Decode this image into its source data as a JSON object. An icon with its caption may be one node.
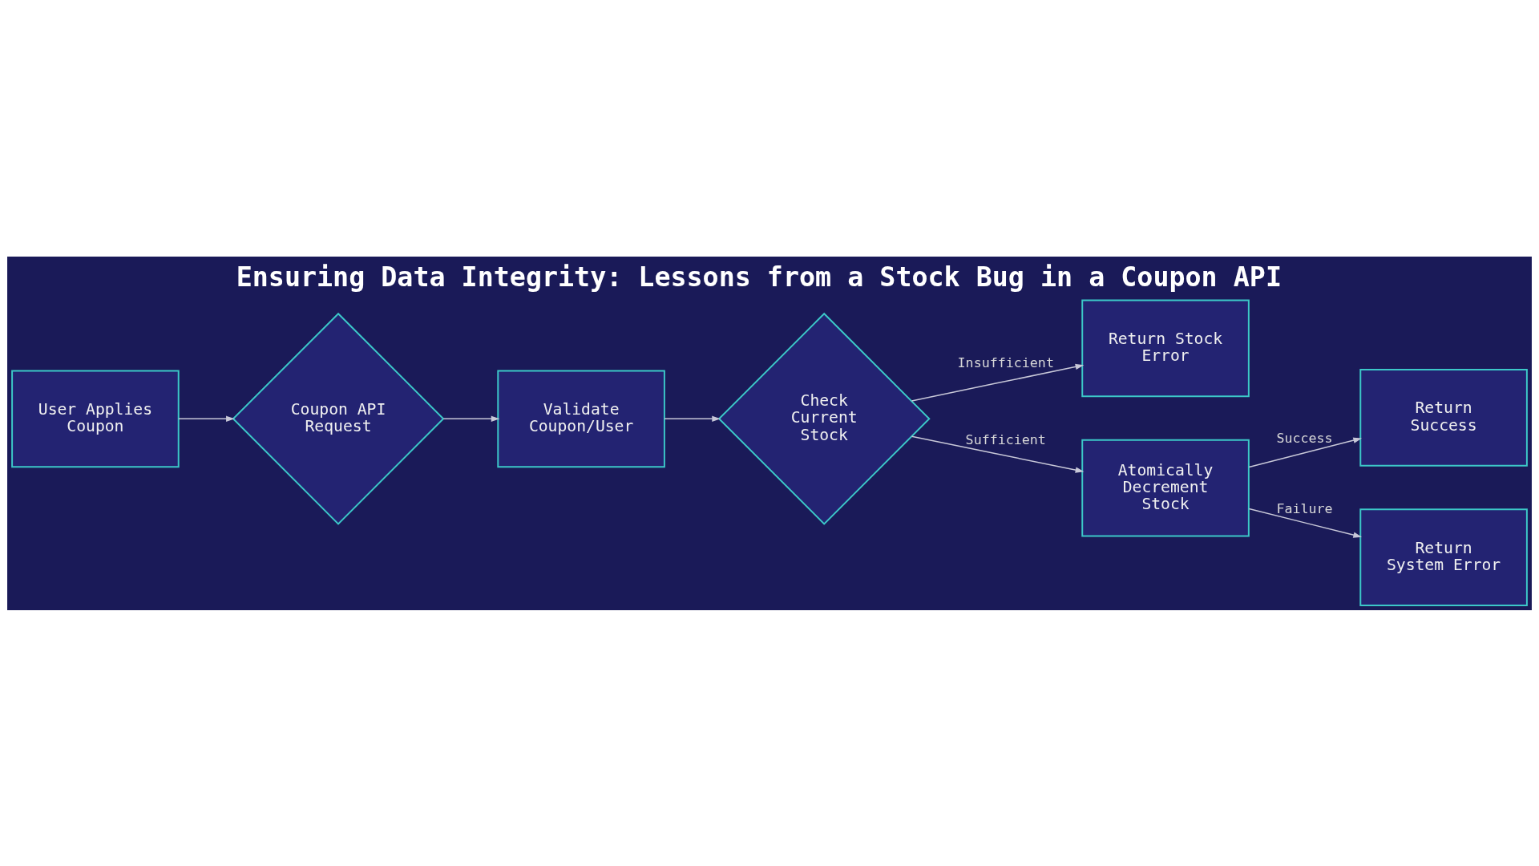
{
  "diagram": {
    "title": "Ensuring Data Integrity: Lessons from a Stock Bug in a Coupon API",
    "nodes": [
      {
        "text": [
          "User Applies Coupon"
        ]
      },
      {
        "text": [
          "Coupon API Request"
        ]
      },
      {
        "text": [
          "Validate Coupon/User"
        ]
      },
      {
        "text": [
          "Check Current Stock"
        ]
      },
      {
        "text": [
          "Return Stock Error"
        ]
      },
      {
        "text": [
          "Atomically Decrement Stock"
        ]
      },
      {
        "text": [
          "Return Success"
        ]
      },
      {
        "text": [
          "Return System Error"
        ]
      }
    ],
    "edges": [
      {
        "from": 0,
        "to": 1,
        "arrow": "to"
      },
      {
        "from": 1,
        "to": 2,
        "arrow": "to"
      },
      {
        "from": 2,
        "to": 3,
        "arrow": "to"
      },
      {
        "from": 3,
        "to": 4,
        "arrow": "to",
        "label": "Insufficient"
      },
      {
        "from": 3,
        "to": 5,
        "arrow": "to",
        "label": "Sufficient"
      },
      {
        "from": 5,
        "to": 6,
        "arrow": "to",
        "label": "Success"
      },
      {
        "from": 5,
        "to": 7,
        "arrow": "to",
        "label": "Failure"
      }
    ]
  }
}
